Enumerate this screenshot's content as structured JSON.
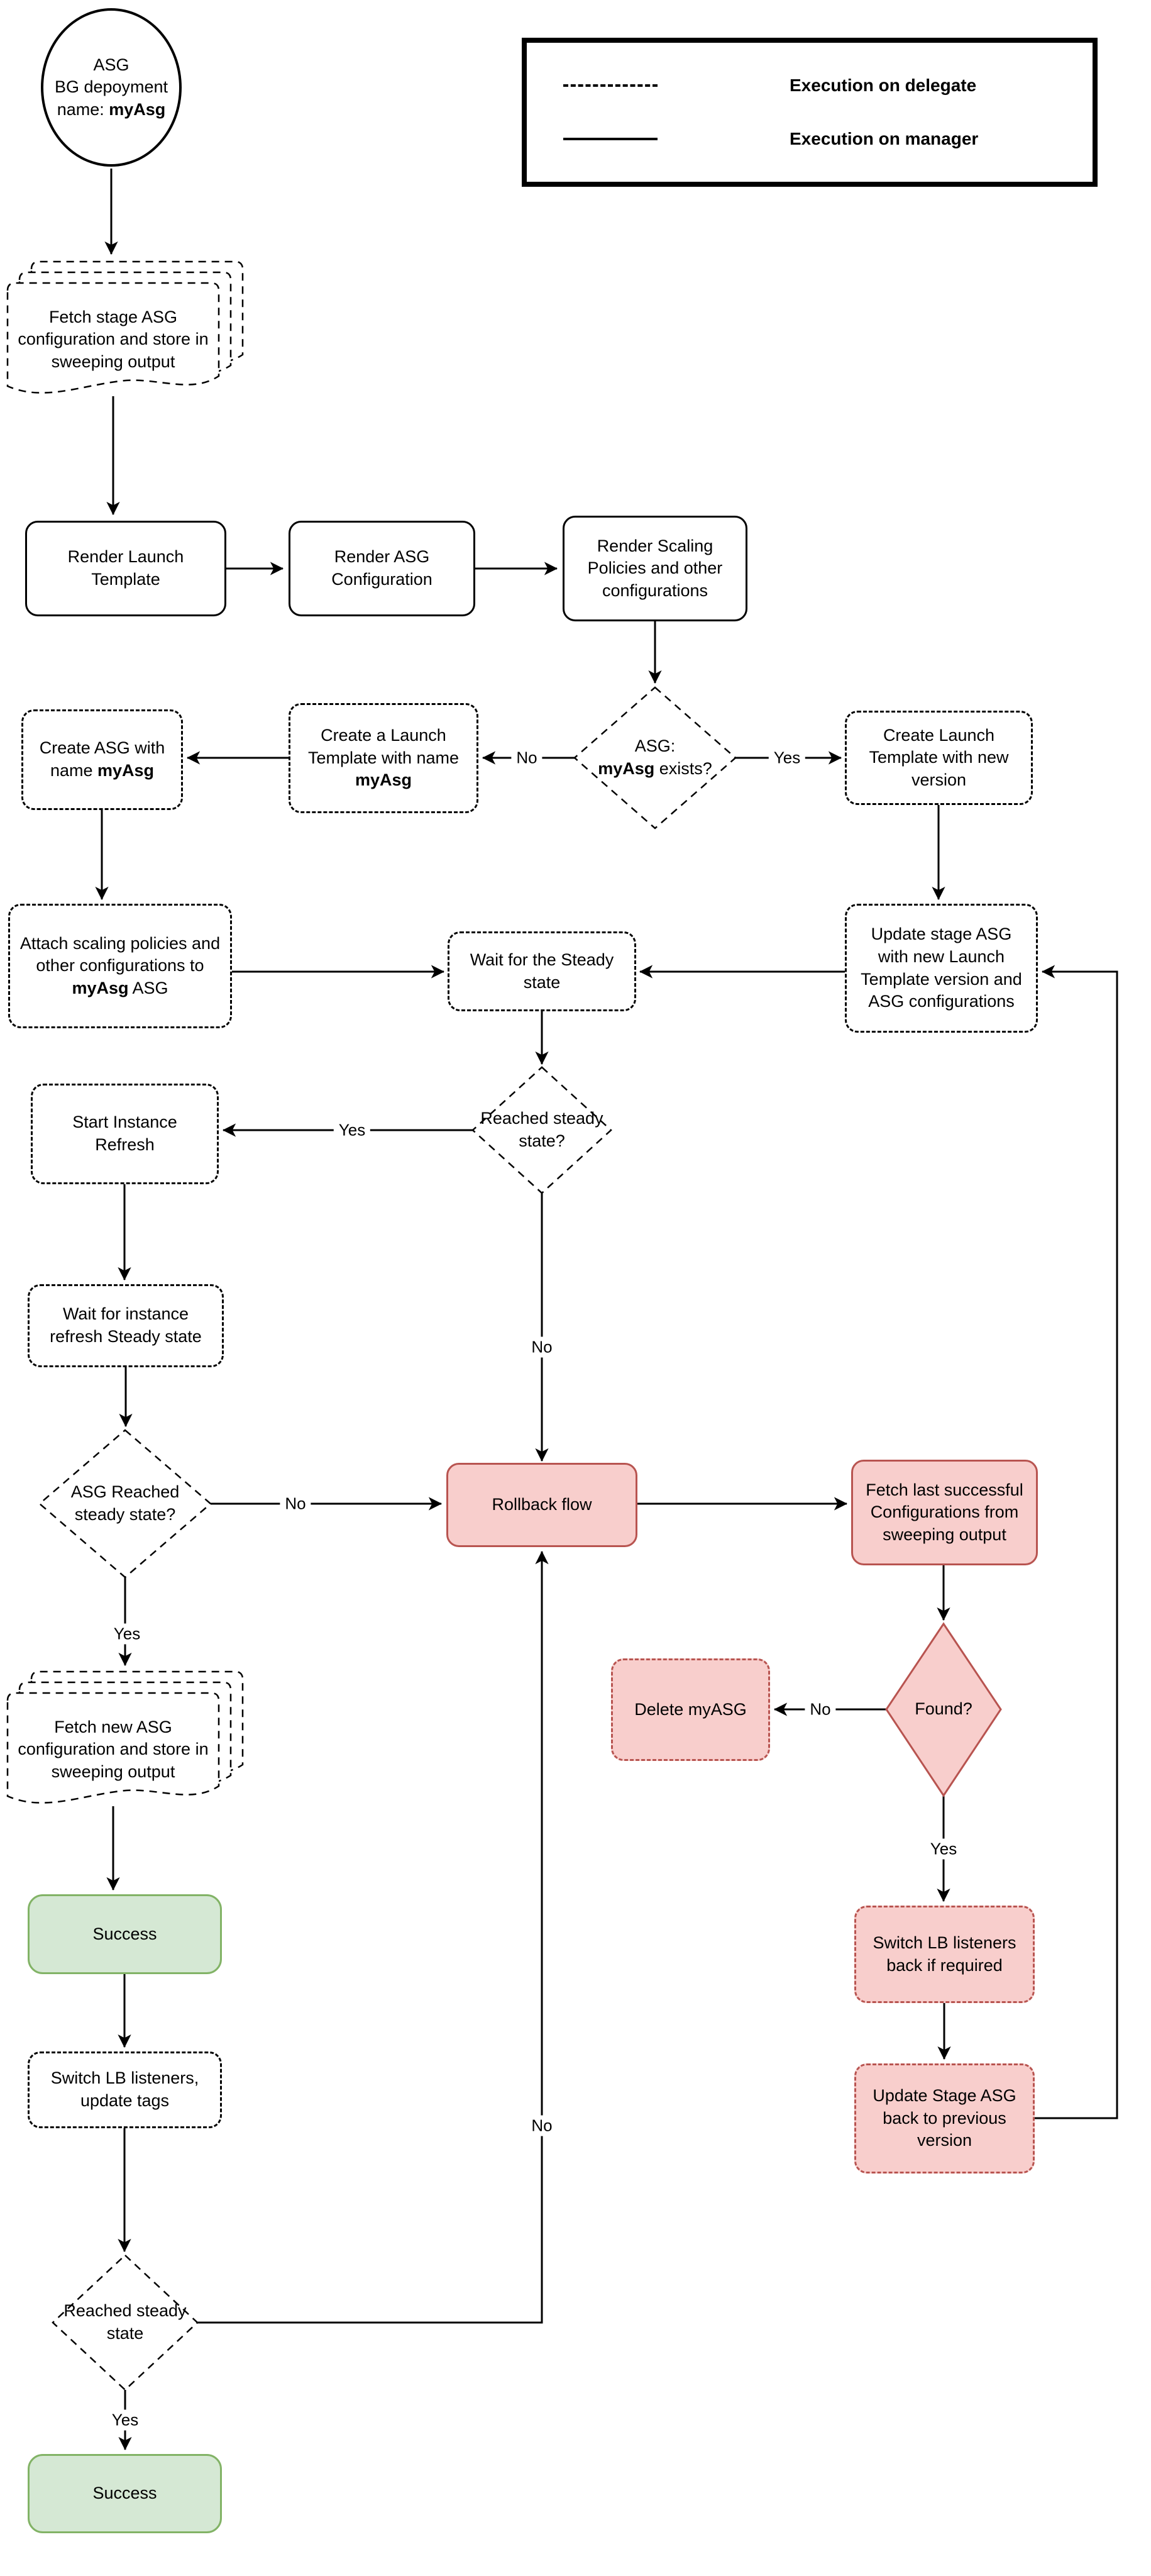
{
  "legend": {
    "delegate_label": "Execution on delegate",
    "manager_label": "Execution on manager"
  },
  "colors": {
    "pink_fill": "#f8cecc",
    "pink_border": "#b85450",
    "green_fill": "#d5e8d4",
    "green_border": "#82b366",
    "line": "#000000"
  },
  "nodes": {
    "start": {
      "line1": "ASG",
      "line2": "BG depoyment",
      "line3_prefix": "name: ",
      "line3_bold": "myAsg"
    },
    "fetch_stage_config": {
      "label": "Fetch stage ASG configuration and store in sweeping output"
    },
    "render_launch_template": {
      "label": "Render Launch Template"
    },
    "render_asg_configuration": {
      "label": "Render ASG Configuration"
    },
    "render_scaling_policies": {
      "label": "Render Scaling Policies and other configurations"
    },
    "asg_exists": {
      "line1": "ASG:",
      "bold": "myAsg",
      "suffix": " exists?"
    },
    "create_launch_template_new": {
      "label": "Create Launch Template with new version"
    },
    "create_a_launch_template": {
      "prefix": "Create a Launch Template with name ",
      "bold": "myAsg"
    },
    "create_asg": {
      "prefix": "Create ASG with name ",
      "bold": "myAsg"
    },
    "attach_scaling_policies": {
      "prefix": "Attach scaling policies and other configurations to ",
      "bold": "myAsg",
      "suffix": " ASG"
    },
    "update_stage_asg": {
      "label": "Update stage ASG with new Launch Template version and ASG configurations"
    },
    "wait_steady": {
      "label": "Wait for the Steady state"
    },
    "reached_steady_1": {
      "label": "Reached steady state?"
    },
    "start_instance_refresh": {
      "label": "Start Instance Refresh"
    },
    "wait_instance_refresh": {
      "label": "Wait for instance refresh Steady state"
    },
    "asg_reached_steady": {
      "label": "ASG Reached steady state?"
    },
    "rollback_flow": {
      "label": "Rollback flow"
    },
    "fetch_last_successful": {
      "label": "Fetch last successful Configurations from sweeping output"
    },
    "found": {
      "label": "Found?"
    },
    "delete_myasg": {
      "label": "Delete myASG"
    },
    "fetch_new_config": {
      "label": "Fetch new ASG configuration and store in sweeping output"
    },
    "success_1": {
      "label": "Success"
    },
    "switch_lb_update_tags": {
      "label": "Switch LB listeners, update tags"
    },
    "switch_lb_back": {
      "label": "Switch LB listeners back if required"
    },
    "update_stage_back": {
      "label": "Update Stage ASG back to previous version"
    },
    "reached_steady_2": {
      "label": "Reached steady state"
    },
    "success_2": {
      "label": "Success"
    }
  },
  "edge_labels": {
    "asg_exists_no": "No",
    "asg_exists_yes": "Yes",
    "reached1_yes": "Yes",
    "reached1_no": "No",
    "asg_reached_no": "No",
    "asg_reached_yes": "Yes",
    "found_no": "No",
    "found_yes": "Yes",
    "reached2_no": "No",
    "reached2_yes": "Yes"
  }
}
